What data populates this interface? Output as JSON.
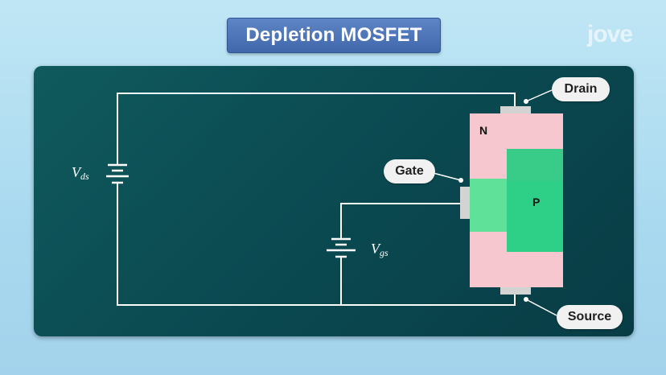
{
  "title": "Depletion MOSFET",
  "logo": "jove",
  "labels": {
    "drain": "Drain",
    "gate": "Gate",
    "source": "Source",
    "n_region": "N",
    "p_region": "P",
    "vds_main": "V",
    "vds_sub": "ds",
    "vgs_main": "V",
    "vgs_sub": "gs"
  },
  "colors": {
    "title_bg": "#4a72b6",
    "panel_bg": "#0b4b52",
    "wire": "#ffffff",
    "n_region": "#f7c7cf",
    "p_region": "#2ecf86",
    "channel": "#46e08e",
    "contact": "#d0d0d0",
    "callout_bg": "#f1f1f1"
  }
}
